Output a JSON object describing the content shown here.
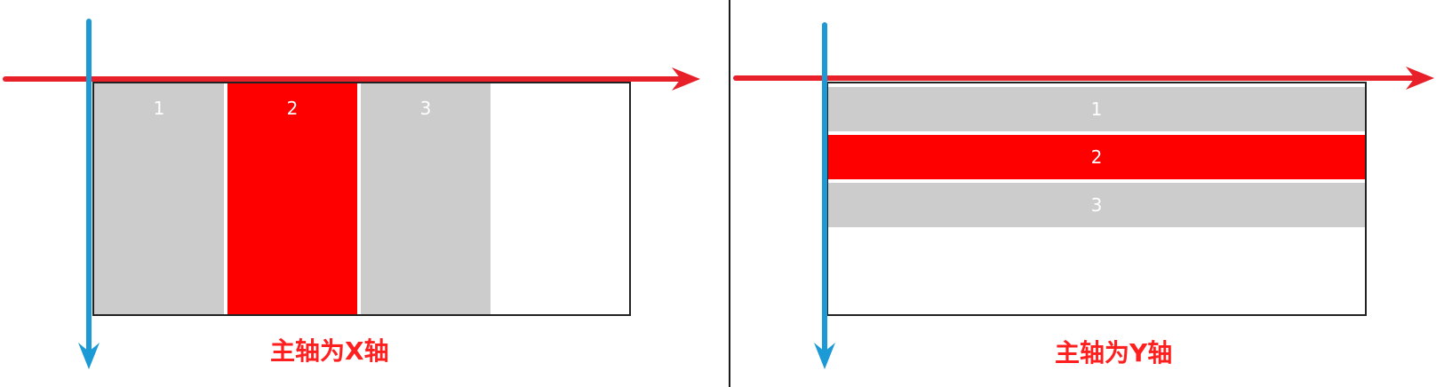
{
  "colors": {
    "main_axis": "#e8202a",
    "cross_axis": "#1c9ad6",
    "item_gray": "#cccccc",
    "item_red": "#ff0000",
    "caption": "#ff1f1f"
  },
  "left": {
    "items": [
      "1",
      "2",
      "3"
    ],
    "caption": "主轴为X轴"
  },
  "right": {
    "items": [
      "1",
      "2",
      "3"
    ],
    "caption": "主轴为Y轴"
  }
}
